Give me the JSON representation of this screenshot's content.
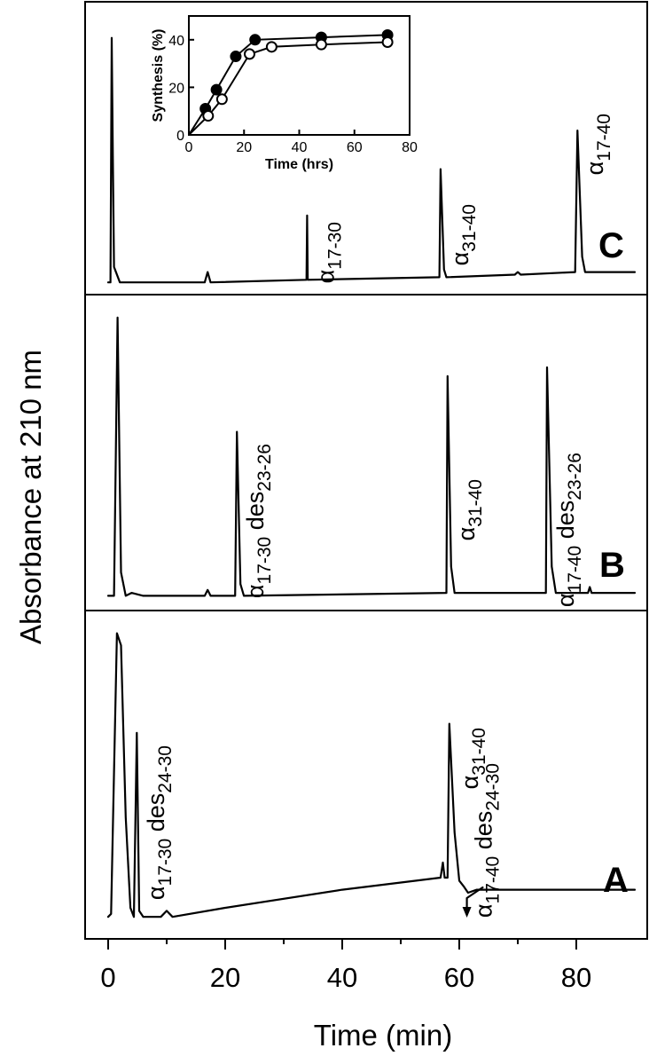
{
  "chart_data": [
    {
      "type": "line",
      "panel": "C",
      "xlim": [
        0,
        90
      ],
      "annotations": [
        {
          "x": 34,
          "base": "α",
          "sub": "17-30",
          "suffix": "",
          "sub2": ""
        },
        {
          "x": 57,
          "base": "α",
          "sub": "31-40",
          "suffix": "",
          "sub2": ""
        },
        {
          "x": 80,
          "base": "α",
          "sub": "17-40",
          "suffix": "",
          "sub2": ""
        }
      ],
      "trace": [
        [
          0,
          0.02
        ],
        [
          0.4,
          0.02
        ],
        [
          0.6,
          0.97
        ],
        [
          0.8,
          0.5
        ],
        [
          1,
          0.08
        ],
        [
          2,
          0.02
        ],
        [
          16.5,
          0.02
        ],
        [
          17,
          0.06
        ],
        [
          17.5,
          0.02
        ],
        [
          33.9,
          0.03
        ],
        [
          34,
          0.28
        ],
        [
          34.1,
          0.03
        ],
        [
          56.6,
          0.04
        ],
        [
          56.8,
          0.46
        ],
        [
          57.4,
          0.07
        ],
        [
          57.8,
          0.04
        ],
        [
          69.5,
          0.05
        ],
        [
          70,
          0.06
        ],
        [
          70.5,
          0.05
        ],
        [
          79.8,
          0.06
        ],
        [
          80.2,
          0.61
        ],
        [
          81,
          0.12
        ],
        [
          81.5,
          0.06
        ],
        [
          90,
          0.06
        ]
      ]
    },
    {
      "type": "line",
      "panel": "B",
      "xlim": [
        0,
        90
      ],
      "annotations": [
        {
          "x": 22,
          "base": "α",
          "sub": "17-30",
          "suffix": " des",
          "sub2": "23-26"
        },
        {
          "x": 58,
          "base": "α",
          "sub": "31-40",
          "suffix": "",
          "sub2": ""
        },
        {
          "x": 75,
          "base": "α",
          "sub": "17-40",
          "suffix": " des",
          "sub2": "23-26"
        }
      ],
      "trace": [
        [
          0,
          0.02
        ],
        [
          1,
          0.02
        ],
        [
          1.6,
          0.97
        ],
        [
          2.2,
          0.1
        ],
        [
          3,
          0.02
        ],
        [
          4,
          0.03
        ],
        [
          6,
          0.02
        ],
        [
          8,
          0.02
        ],
        [
          12,
          0.02
        ],
        [
          16.5,
          0.02
        ],
        [
          17,
          0.04
        ],
        [
          17.5,
          0.02
        ],
        [
          21.7,
          0.02
        ],
        [
          22,
          0.58
        ],
        [
          22.6,
          0.06
        ],
        [
          23.2,
          0.02
        ],
        [
          57.8,
          0.03
        ],
        [
          58,
          0.77
        ],
        [
          58.6,
          0.12
        ],
        [
          59.2,
          0.03
        ],
        [
          74.8,
          0.03
        ],
        [
          75,
          0.8
        ],
        [
          75.8,
          0.12
        ],
        [
          76.5,
          0.03
        ],
        [
          82,
          0.03
        ],
        [
          82.3,
          0.05
        ],
        [
          82.6,
          0.03
        ],
        [
          90,
          0.03
        ]
      ]
    },
    {
      "type": "line",
      "panel": "A",
      "xlim": [
        0,
        90
      ],
      "ylabel": "Absorbance at 210 nm",
      "xlabel": "Time (min)",
      "xticks": [
        0,
        20,
        40,
        60,
        80
      ],
      "annotations": [
        {
          "x": 5,
          "base": "α",
          "sub": "17-30",
          "suffix": " des",
          "sub2": "24-30"
        },
        {
          "x": 58.6,
          "base": "α",
          "sub": "31-40",
          "suffix": "",
          "sub2": ""
        },
        {
          "x": 61,
          "base": "α",
          "sub": "17-40",
          "suffix": " des",
          "sub2": "24-30"
        }
      ],
      "trace": [
        [
          0,
          0.02
        ],
        [
          0.5,
          0.03
        ],
        [
          1,
          0.5
        ],
        [
          1.5,
          0.96
        ],
        [
          2.2,
          0.92
        ],
        [
          3,
          0.35
        ],
        [
          3.8,
          0.05
        ],
        [
          4.4,
          0.02
        ],
        [
          4.9,
          0.63
        ],
        [
          5.3,
          0.04
        ],
        [
          6,
          0.02
        ],
        [
          9,
          0.02
        ],
        [
          10,
          0.04
        ],
        [
          11,
          0.02
        ],
        [
          20,
          0.05
        ],
        [
          40,
          0.11
        ],
        [
          56.8,
          0.15
        ],
        [
          57.2,
          0.2
        ],
        [
          57.5,
          0.15
        ],
        [
          58,
          0.15
        ],
        [
          58.3,
          0.66
        ],
        [
          59.2,
          0.3
        ],
        [
          60,
          0.14
        ],
        [
          60.8,
          0.12
        ],
        [
          61.5,
          0.1
        ],
        [
          63,
          0.11
        ],
        [
          90,
          0.11
        ]
      ]
    },
    {
      "type": "line",
      "panel": "inset",
      "title": "",
      "xlabel": "Time (hrs)",
      "ylabel": "Synthesis (%)",
      "xlim": [
        0,
        80
      ],
      "ylim": [
        0,
        50
      ],
      "xticks": [
        0,
        20,
        40,
        60,
        80
      ],
      "yticks": [
        0,
        20,
        40
      ],
      "series": [
        {
          "marker": "filled",
          "x": [
            0,
            6,
            10,
            17,
            24,
            48,
            72
          ],
          "y": [
            0,
            11,
            19,
            33,
            40,
            41,
            42
          ]
        },
        {
          "marker": "open",
          "x": [
            0,
            7,
            12,
            22,
            30,
            48,
            72
          ],
          "y": [
            0,
            8,
            15,
            34,
            37,
            38,
            39
          ]
        }
      ]
    }
  ]
}
